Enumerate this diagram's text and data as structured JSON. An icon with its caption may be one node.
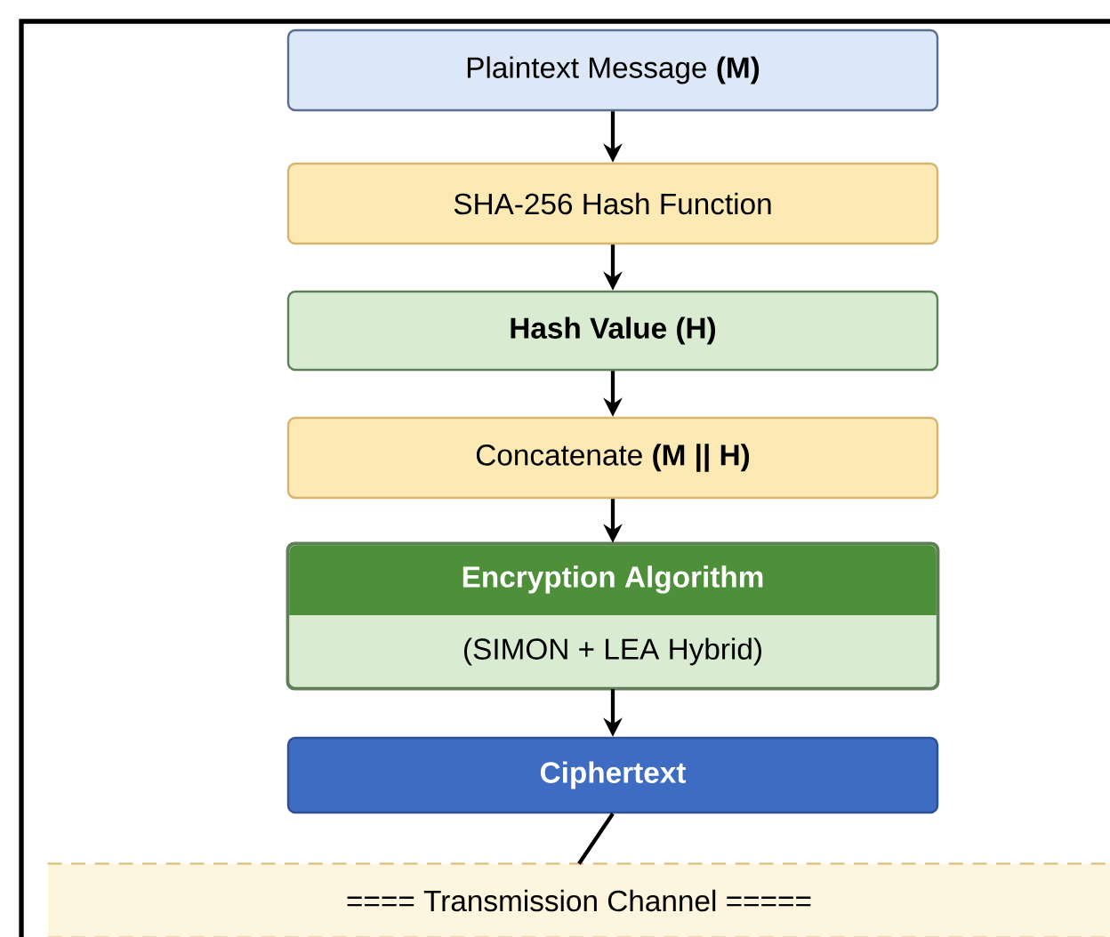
{
  "diagram": {
    "nodes": [
      {
        "text": [
          "Plaintext Message **(M)**"
        ]
      },
      {
        "text": [
          "SHA-256 Hash Function"
        ]
      },
      {
        "text": [
          "Hash Value (H)"
        ]
      },
      {
        "text": [
          "Concatenate **(M || H)**"
        ]
      },
      {
        "text": [
          "Encryption Algorithm",
          "(SIMON + LEA Hybrid)"
        ]
      },
      {
        "text": [
          "Ciphertext"
        ]
      },
      {
        "text": [
          "==== Transmission Channel ====="
        ]
      }
    ],
    "edges": [
      {
        "from": 0,
        "to": 1,
        "arrow": "to"
      },
      {
        "from": 1,
        "to": 2,
        "arrow": "to"
      },
      {
        "from": 2,
        "to": 3,
        "arrow": "to"
      },
      {
        "from": 3,
        "to": 4,
        "arrow": "to"
      },
      {
        "from": 4,
        "to": 5,
        "arrow": "to"
      },
      {
        "from": 5,
        "to": 6,
        "arrow": "none"
      }
    ]
  }
}
